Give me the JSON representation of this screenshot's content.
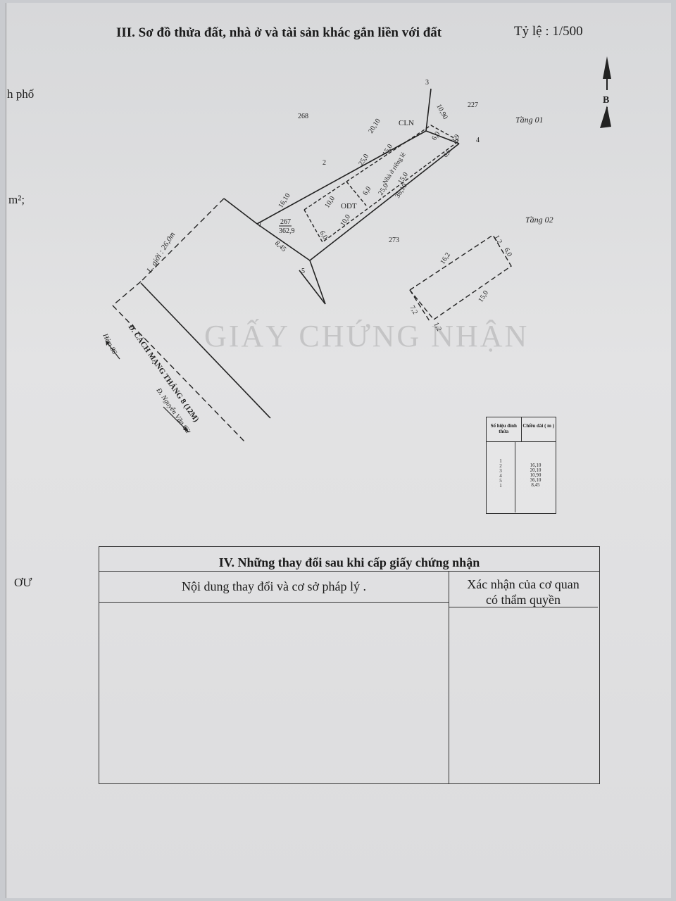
{
  "header": {
    "title": "III. Sơ đồ thửa đất, nhà ở và tài sản khác gắn liền với đất",
    "scale": "Tỷ lệ : 1/500"
  },
  "margin": {
    "left1": "h phố",
    "left2": "m²;",
    "left3": "ƠƯ"
  },
  "north": "B",
  "plot": {
    "parcel_number": "267",
    "area": "362,9",
    "neighbor_268": "268",
    "neighbor_227": "227",
    "neighbor_273": "273",
    "land_cln": "CLN",
    "land_odt": "ODT",
    "house_label": "Nhà ở riêng lẻ",
    "edge_1_2": "16,10",
    "edge_2_3": "20,10",
    "edge_3_4": "10,90",
    "edge_4_5": "36,10",
    "edge_5_1": "8,45",
    "dim_250_a": "25,0",
    "dim_150_a": "15,0",
    "dim_250_b": "25,0",
    "dim_150_b": "15,0",
    "dim_60_a": "6,0",
    "dim_60_b": "6,0",
    "dim_60_c": "6,0",
    "dim_100_a": "10,0",
    "dim_100_b": "10,0",
    "dim_39": "3,9",
    "dim_05": "0,5",
    "v1": "1",
    "v2": "2",
    "v3": "3",
    "v4": "4",
    "v5": "5",
    "lgioi": "L. giới : 26,0m",
    "road_main": "Đ. CÁCH MẠNG THÁNG 8 (12M)",
    "alley": "Hẻm 86",
    "road_side": "Đ. Nguyễn Văn Cừ"
  },
  "floors": {
    "floor1": "Tầng 01",
    "floor2": "Tầng 02",
    "f2_top": "16,2",
    "f2_right": "6,0",
    "f2_bottom": "15,0",
    "f2_left": "7,2",
    "f2_c1": "1,2",
    "f2_c2": "1,2"
  },
  "coord_table": {
    "col1_header": "Số hiệu đỉnh thửa",
    "col2_header": "Chiều dài ( m )",
    "vertices": [
      "1",
      "2",
      "3",
      "4",
      "5",
      "1"
    ],
    "lengths": [
      "16,10",
      "20,10",
      "10,90",
      "36,10",
      "8,45"
    ]
  },
  "changes": {
    "title": "IV. Những thay đổi sau khi cấp giấy chứng nhận",
    "col_content": "Nội dung thay đổi và cơ sở pháp lý .",
    "col_confirm_1": "Xác nhận của cơ quan",
    "col_confirm_2": "có thẩm quyền"
  },
  "watermark": "GIẤY CHỨNG NHẬN"
}
